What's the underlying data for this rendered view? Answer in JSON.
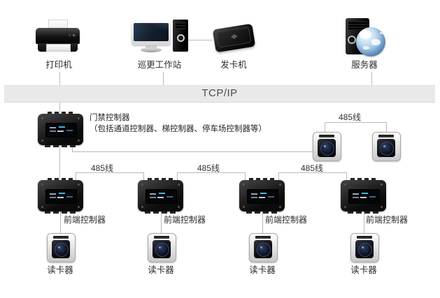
{
  "bus": {
    "label": "TCP/IP"
  },
  "top_devices": [
    {
      "name": "printer",
      "label": "打印机"
    },
    {
      "name": "patrol-workstation",
      "label": "巡更工作站"
    },
    {
      "name": "card-issuer",
      "label": "发卡机"
    },
    {
      "name": "server",
      "label": "服务器"
    }
  ],
  "access_controller": {
    "label": "门禁控制器",
    "note": "（包括通道控制器、梯控制器、停车场控制器等）"
  },
  "wire_labels": [
    "485线",
    "485线",
    "485线",
    "485线"
  ],
  "front_controllers": [
    {
      "label": "前端控制器"
    },
    {
      "label": "前端控制器"
    },
    {
      "label": "前端控制器"
    },
    {
      "label": "前端控制器"
    }
  ],
  "readers": [
    {
      "label": "读卡器"
    },
    {
      "label": "读卡器"
    },
    {
      "label": "读卡器"
    },
    {
      "label": "读卡器"
    }
  ],
  "icons": {
    "printer": "printer-icon",
    "workstation": "desktop-computer-icon",
    "card_issuer": "card-issuer-icon",
    "server": "server-globe-icon",
    "controller": "controller-box-icon",
    "reader": "card-reader-icon"
  },
  "colors": {
    "bus_bg": "#e9e9e9",
    "wire": "#b9b9b9",
    "text": "#2d2d2d"
  }
}
